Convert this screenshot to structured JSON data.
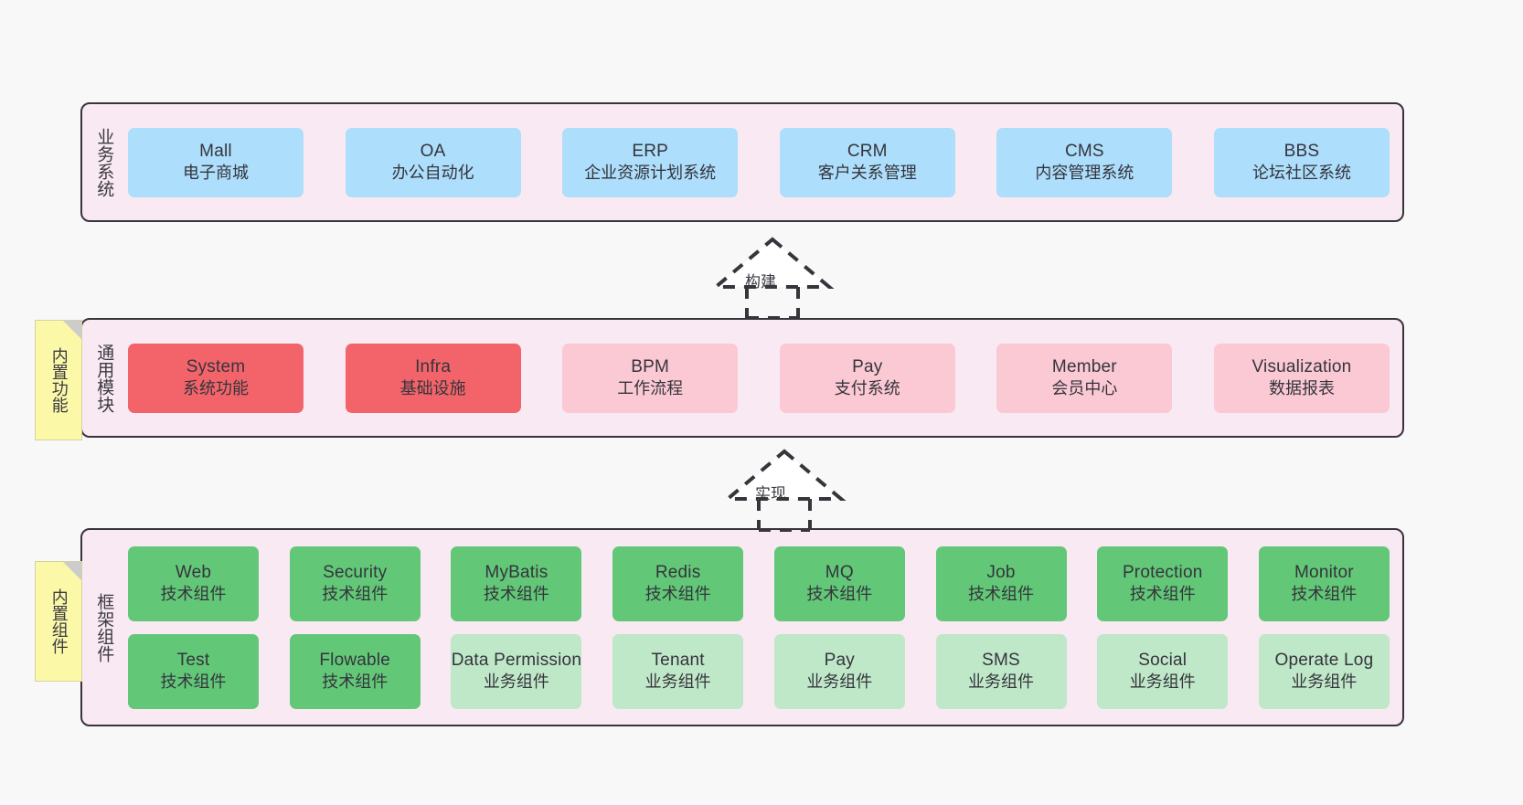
{
  "diagram": {
    "background_color": "#f8f8f8",
    "panel_color": "#f9e9f3",
    "panel_border_color": "#38343c",
    "note_color": "#fbf8a8"
  },
  "layers": [
    {
      "id": "business",
      "title": "业务系统",
      "cards": [
        {
          "en": "Mall",
          "cn": "电子商城",
          "color": "#addefb"
        },
        {
          "en": "OA",
          "cn": "办公自动化",
          "color": "#addefb"
        },
        {
          "en": "ERP",
          "cn": "企业资源计划系统",
          "color": "#addefb"
        },
        {
          "en": "CRM",
          "cn": "客户关系管理",
          "color": "#addefb"
        },
        {
          "en": "CMS",
          "cn": "内容管理系统",
          "color": "#addefb"
        },
        {
          "en": "BBS",
          "cn": "论坛社区系统",
          "color": "#addefb"
        }
      ]
    },
    {
      "id": "modules",
      "title": "通用模块",
      "note": "内置功能",
      "cards": [
        {
          "en": "System",
          "cn": "系统功能",
          "color": "#f2646a"
        },
        {
          "en": "Infra",
          "cn": "基础设施",
          "color": "#f2646a"
        },
        {
          "en": "BPM",
          "cn": "工作流程",
          "color": "#fbc9d4"
        },
        {
          "en": "Pay",
          "cn": "支付系统",
          "color": "#fbc9d4"
        },
        {
          "en": "Member",
          "cn": "会员中心",
          "color": "#fbc9d4"
        },
        {
          "en": "Visualization",
          "cn": "数据报表",
          "color": "#fbc9d4"
        }
      ]
    },
    {
      "id": "framework",
      "title": "框架组件",
      "note": "内置组件",
      "rows": [
        [
          {
            "en": "Web",
            "cn": "技术组件",
            "color": "#62c878"
          },
          {
            "en": "Security",
            "cn": "技术组件",
            "color": "#62c878"
          },
          {
            "en": "MyBatis",
            "cn": "技术组件",
            "color": "#62c878"
          },
          {
            "en": "Redis",
            "cn": "技术组件",
            "color": "#62c878"
          },
          {
            "en": "MQ",
            "cn": "技术组件",
            "color": "#62c878"
          },
          {
            "en": "Job",
            "cn": "技术组件",
            "color": "#62c878"
          },
          {
            "en": "Protection",
            "cn": "技术组件",
            "color": "#62c878"
          },
          {
            "en": "Monitor",
            "cn": "技术组件",
            "color": "#62c878"
          }
        ],
        [
          {
            "en": "Test",
            "cn": "技术组件",
            "color": "#62c878"
          },
          {
            "en": "Flowable",
            "cn": "技术组件",
            "color": "#62c878"
          },
          {
            "en": "Data Permission",
            "cn": "业务组件",
            "color": "#bfe8c8"
          },
          {
            "en": "Tenant",
            "cn": "业务组件",
            "color": "#bfe8c8"
          },
          {
            "en": "Pay",
            "cn": "业务组件",
            "color": "#bfe8c8"
          },
          {
            "en": "SMS",
            "cn": "业务组件",
            "color": "#bfe8c8"
          },
          {
            "en": "Social",
            "cn": "业务组件",
            "color": "#bfe8c8"
          },
          {
            "en": "Operate Log",
            "cn": "业务组件",
            "color": "#bfe8c8"
          }
        ]
      ]
    }
  ],
  "arrows": [
    {
      "id": "build",
      "label": "构建",
      "style": "dashed-hollow-triangle",
      "direction": "up"
    },
    {
      "id": "impl",
      "label": "实现",
      "style": "dashed-hollow-triangle",
      "direction": "up"
    }
  ]
}
